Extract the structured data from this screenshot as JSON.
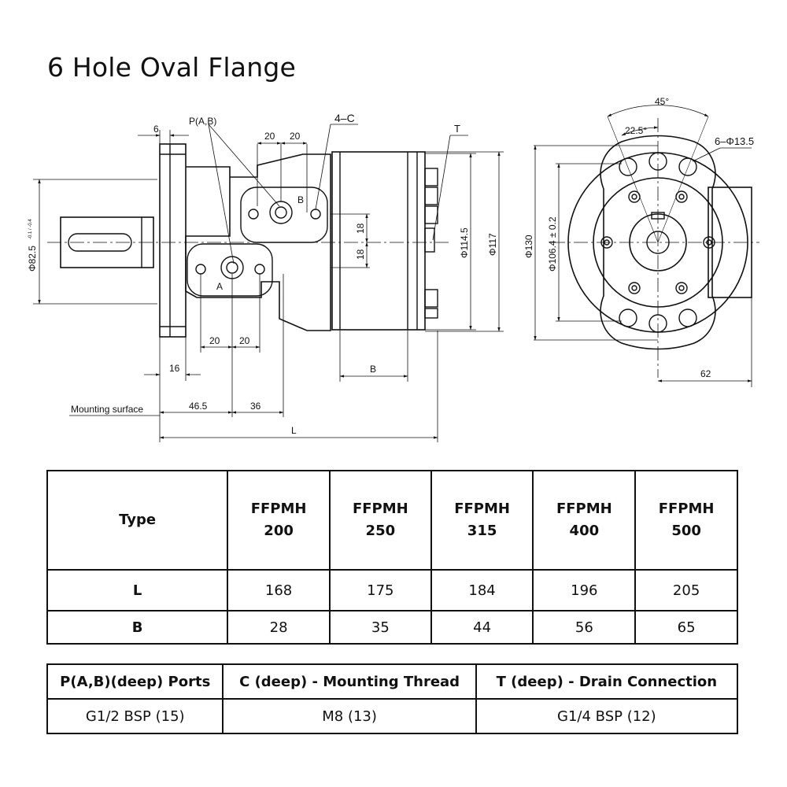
{
  "page_title": "6 Hole Oval Flange",
  "drawing": {
    "side_view": {
      "dim_6": "6",
      "port_label": "P(A,B)",
      "dim_20_top_a": "20",
      "dim_20_top_b": "20",
      "thread_label": "4–C",
      "drain_label": "T",
      "port_b": "B",
      "port_a": "A",
      "dim_18_a": "18",
      "dim_18_b": "18",
      "dia_114": "Φ114.5",
      "dia_117": "Φ117",
      "dia_82": "Φ82.5",
      "dia_82_tol": "-0.1 / -0.4",
      "dim_20_bot_a": "20",
      "dim_20_bot_b": "20",
      "dim_16": "16",
      "dim_B": "B",
      "mounting_surface": "Mounting surface",
      "dim_46": "46.5",
      "dim_36": "36",
      "dim_L": "L"
    },
    "front_view": {
      "angle_45": "45°",
      "angle_22": "22.5°",
      "holes": "6–Φ13.5",
      "dia_130": "Φ130",
      "dia_106": "Φ106.4 ± 0.2",
      "dim_62": "62"
    }
  },
  "spec_table": {
    "header_label": "Type",
    "types": [
      {
        "line1": "FFPMH",
        "line2": "200"
      },
      {
        "line1": "FFPMH",
        "line2": "250"
      },
      {
        "line1": "FFPMH",
        "line2": "315"
      },
      {
        "line1": "FFPMH",
        "line2": "400"
      },
      {
        "line1": "FFPMH",
        "line2": "500"
      }
    ],
    "rows": [
      {
        "label": "L",
        "values": [
          "168",
          "175",
          "184",
          "196",
          "205"
        ]
      },
      {
        "label": "B",
        "values": [
          "28",
          "35",
          "44",
          "56",
          "65"
        ]
      }
    ]
  },
  "ports_table": {
    "headers": [
      "P(A,B)(deep) Ports",
      "C (deep) - Mounting Thread",
      "T (deep) - Drain Connection"
    ],
    "values": [
      "G1/2 BSP (15)",
      "M8 (13)",
      "G1/4 BSP (12)"
    ]
  }
}
